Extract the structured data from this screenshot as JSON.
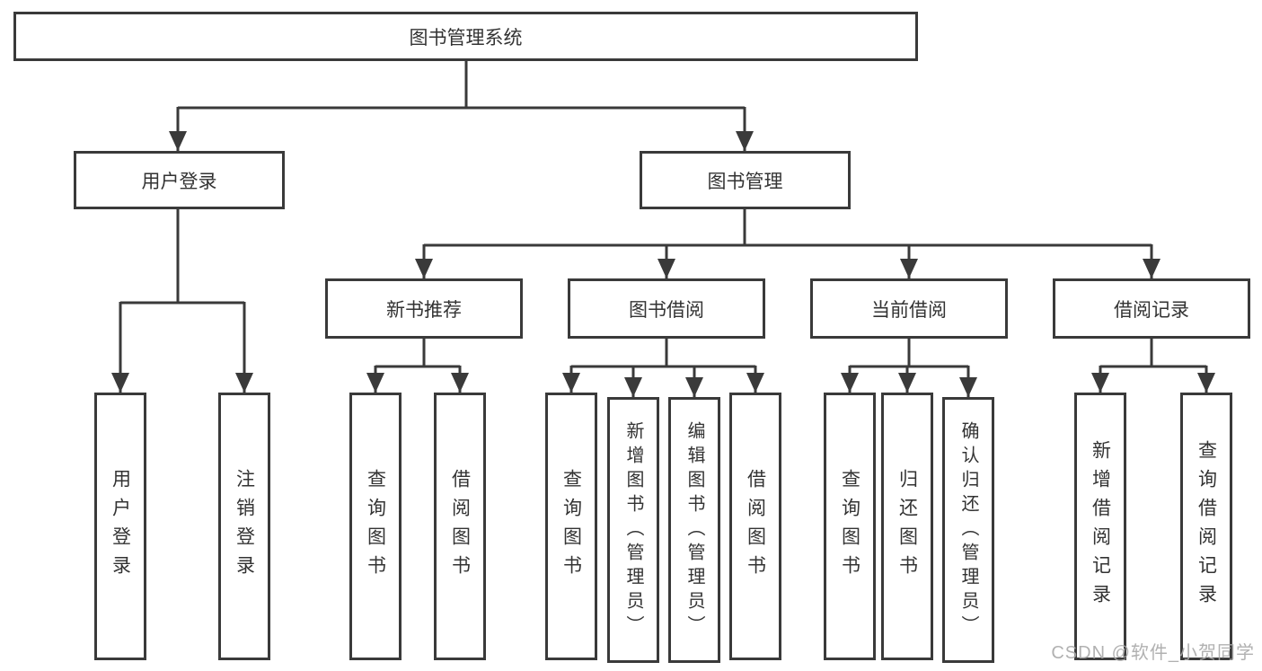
{
  "diagram": {
    "title": "图书管理系统",
    "branches": [
      {
        "label": "用户登录",
        "children": [
          {
            "label": "用户登录"
          },
          {
            "label": "注销登录"
          }
        ]
      },
      {
        "label": "图书管理",
        "children": [
          {
            "label": "新书推荐",
            "children": [
              {
                "label": "查询图书"
              },
              {
                "label": "借阅图书"
              }
            ]
          },
          {
            "label": "图书借阅",
            "children": [
              {
                "label": "查询图书"
              },
              {
                "label": "新增图书（管理员）"
              },
              {
                "label": "编辑图书（管理员）"
              },
              {
                "label": "借阅图书"
              }
            ]
          },
          {
            "label": "当前借阅",
            "children": [
              {
                "label": "查询图书"
              },
              {
                "label": "归还图书"
              },
              {
                "label": "确认归还（管理员）"
              }
            ]
          },
          {
            "label": "借阅记录",
            "children": [
              {
                "label": "新增借阅记录"
              },
              {
                "label": "查询借阅记录"
              }
            ]
          }
        ]
      }
    ]
  },
  "watermark": {
    "text": "CSDN @软件_小贺同学"
  },
  "colors": {
    "line": "#3a3a3a",
    "box_border": "#3a3a3a",
    "text": "#333333",
    "watermark": "#a8a8a8",
    "background": "#ffffff"
  }
}
